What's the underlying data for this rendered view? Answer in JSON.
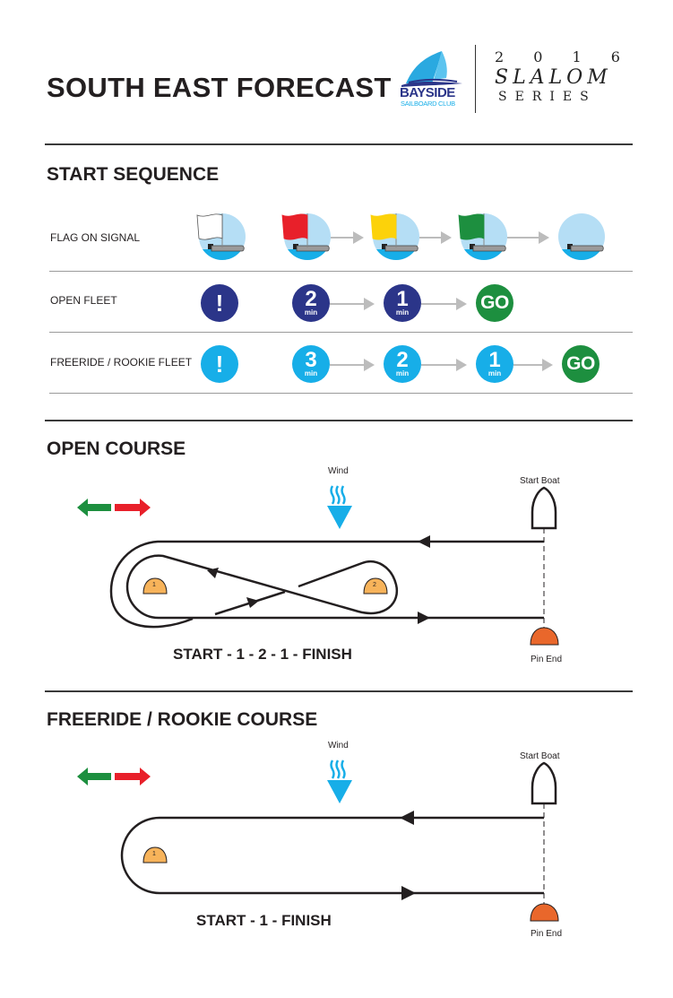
{
  "header": {
    "title": "SOUTH EAST FORECAST",
    "club_logo": {
      "name": "BAYSIDE",
      "subtitle": "SAILBOARD CLUB",
      "icon": "windsurf-sail-icon"
    },
    "series_logo": {
      "year": "2 0 1 6",
      "line1": "SLALOM",
      "line2": "SERIES"
    }
  },
  "start_sequence": {
    "heading": "START SEQUENCE",
    "rows": [
      {
        "label": "FLAG ON SIGNAL",
        "steps": [
          {
            "type": "flag",
            "flag_color": "#ffffff",
            "icon": "white-flag-icon"
          },
          {
            "type": "flag",
            "flag_color": "#e8202a",
            "icon": "red-flag-icon"
          },
          {
            "type": "flag",
            "flag_color": "#fcd20a",
            "icon": "yellow-flag-icon"
          },
          {
            "type": "flag",
            "flag_color": "#1d8f3f",
            "icon": "green-flag-icon"
          },
          {
            "type": "flag",
            "flag_color": null,
            "icon": "no-flag-icon"
          }
        ]
      },
      {
        "label": "OPEN FLEET",
        "steps": [
          {
            "type": "warning",
            "text": "!"
          },
          {
            "type": "timer",
            "value": "2",
            "unit": "min"
          },
          {
            "type": "timer",
            "value": "1",
            "unit": "min"
          },
          {
            "type": "go",
            "text": "GO"
          }
        ]
      },
      {
        "label": "FREERIDE / ROOKIE FLEET",
        "steps": [
          {
            "type": "warning",
            "text": "!"
          },
          {
            "type": "timer",
            "value": "3",
            "unit": "min"
          },
          {
            "type": "timer",
            "value": "2",
            "unit": "min"
          },
          {
            "type": "timer",
            "value": "1",
            "unit": "min"
          },
          {
            "type": "go",
            "text": "GO"
          }
        ]
      }
    ]
  },
  "open_course": {
    "heading": "OPEN COURSE",
    "wind_label": "Wind",
    "start_boat_label": "Start Boat",
    "pin_end_label": "Pin End",
    "marks": [
      "1",
      "2"
    ],
    "route": "START - 1 - 2 - 1 - FINISH"
  },
  "rookie_course": {
    "heading": "FREERIDE / ROOKIE COURSE",
    "wind_label": "Wind",
    "start_boat_label": "Start Boat",
    "pin_end_label": "Pin End",
    "marks": [
      "1"
    ],
    "route": "START - 1 - FINISH"
  },
  "colors": {
    "navy": "#2b3589",
    "sky": "#17aee8",
    "go_green": "#1d8f3f",
    "red": "#e8202a",
    "yellow": "#fcd20a",
    "mark_yellow": "#f7b35a",
    "pin_orange": "#e9672b"
  }
}
